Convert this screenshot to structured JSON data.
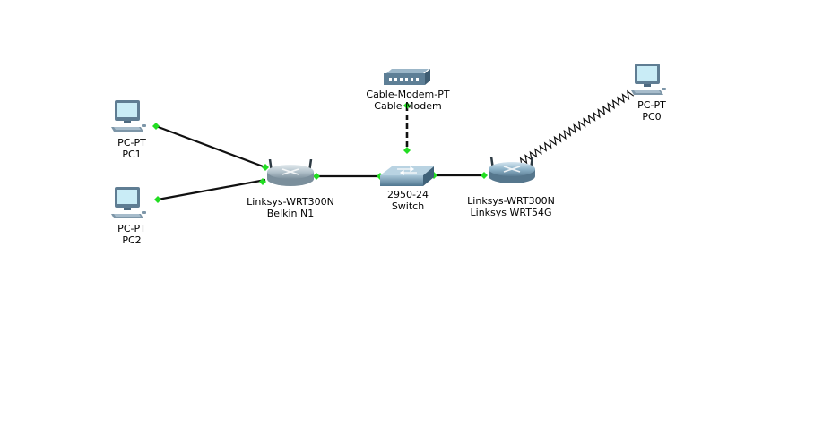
{
  "colors": {
    "cable": "#111111",
    "port_up": "#22dd22",
    "monitor_frame": "#5f7d93",
    "monitor_screen": "#c9ecf6",
    "router_body": "#a9b8c2",
    "switch_body": "#6d93ab",
    "modem_body": "#5e7f96"
  },
  "devices": [
    {
      "id": "pc1",
      "icon": "pc-icon",
      "model": "PC-PT",
      "name": "PC1"
    },
    {
      "id": "pc2",
      "icon": "pc-icon",
      "model": "PC-PT",
      "name": "PC2"
    },
    {
      "id": "router_belkin",
      "icon": "wireless-router-icon",
      "model": "Linksys-WRT300N",
      "name": "Belkin N1"
    },
    {
      "id": "switch",
      "icon": "switch-icon",
      "model": "2950-24",
      "name": "Switch"
    },
    {
      "id": "modem",
      "icon": "cable-modem-icon",
      "model": "Cable-Modem-PT",
      "name": "Cable Modem"
    },
    {
      "id": "router_linksys",
      "icon": "wireless-router-icon",
      "model": "Linksys-WRT300N",
      "name": "Linksys WRT54G"
    },
    {
      "id": "pc0",
      "icon": "pc-icon",
      "model": "PC-PT",
      "name": "PC0"
    }
  ],
  "links": [
    {
      "from": "pc1",
      "to": "router_belkin",
      "type": "copper-straight"
    },
    {
      "from": "pc2",
      "to": "router_belkin",
      "type": "copper-straight"
    },
    {
      "from": "router_belkin",
      "to": "switch",
      "type": "copper-straight"
    },
    {
      "from": "modem",
      "to": "switch",
      "type": "copper-cross"
    },
    {
      "from": "switch",
      "to": "router_linksys",
      "type": "copper-straight"
    },
    {
      "from": "router_linksys",
      "to": "pc0",
      "type": "wireless"
    }
  ]
}
